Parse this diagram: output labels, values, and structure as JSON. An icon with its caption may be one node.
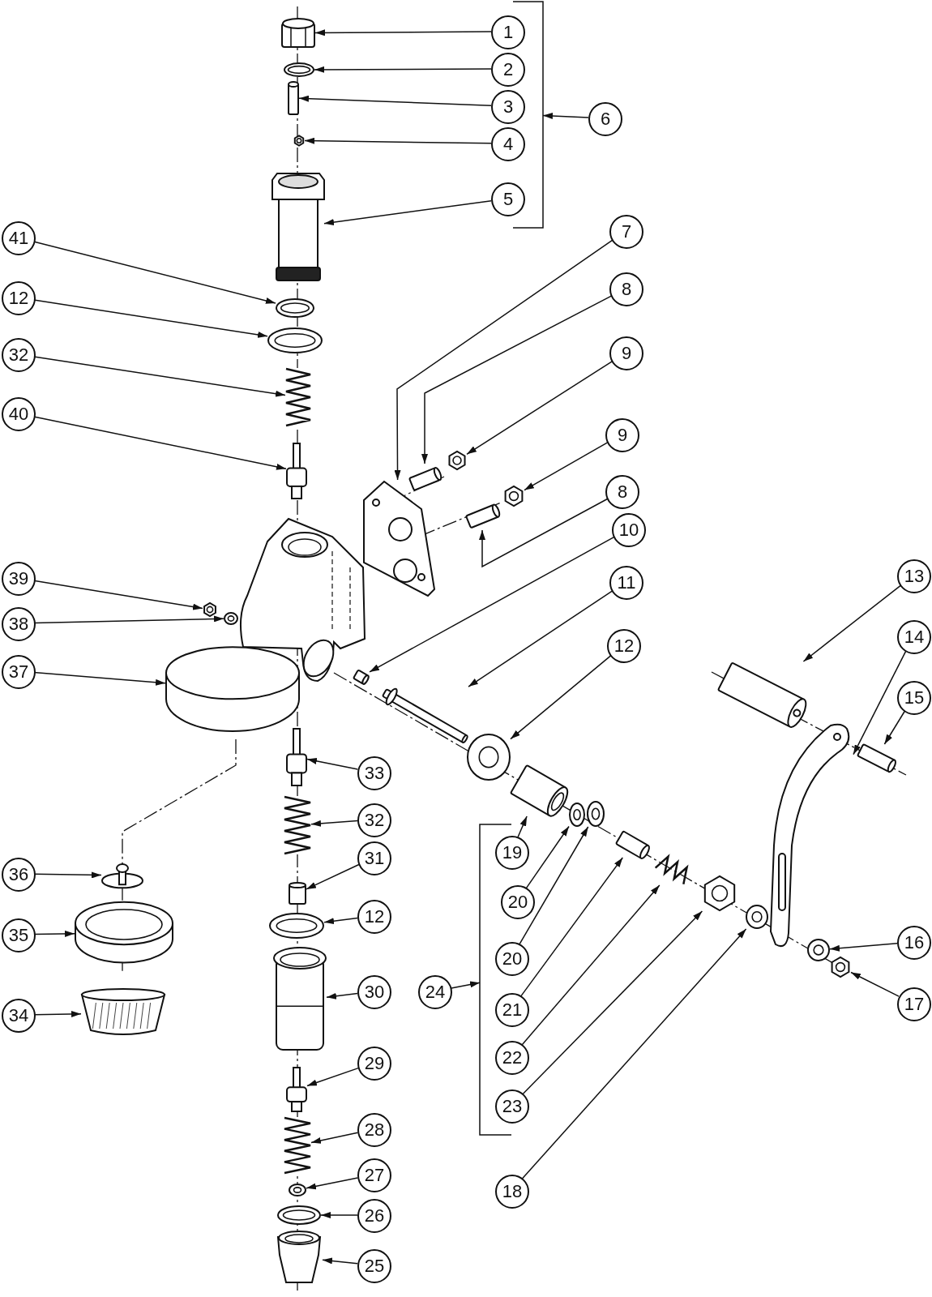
{
  "diagram": {
    "nodes": [
      {
        "text": [
          "1"
        ]
      },
      {
        "text": [
          "2"
        ]
      },
      {
        "text": [
          "3"
        ]
      },
      {
        "text": [
          "4"
        ]
      },
      {
        "text": [
          "5"
        ]
      },
      {
        "text": [
          "6"
        ]
      },
      {
        "text": [
          "41"
        ]
      },
      {
        "text": [
          "12"
        ]
      },
      {
        "text": [
          "32"
        ]
      },
      {
        "text": [
          "40"
        ]
      },
      {
        "text": [
          "7"
        ]
      },
      {
        "text": [
          "8"
        ]
      },
      {
        "text": [
          "9"
        ]
      },
      {
        "text": [
          "9"
        ]
      },
      {
        "text": [
          "8"
        ]
      },
      {
        "text": [
          "10"
        ]
      },
      {
        "text": [
          "39"
        ]
      },
      {
        "text": [
          "11"
        ]
      },
      {
        "text": [
          "13"
        ]
      },
      {
        "text": [
          "38"
        ]
      },
      {
        "text": [
          "12"
        ]
      },
      {
        "text": [
          "14"
        ]
      },
      {
        "text": [
          "37"
        ]
      },
      {
        "text": [
          "15"
        ]
      },
      {
        "text": [
          "33"
        ]
      },
      {
        "text": [
          "32"
        ]
      },
      {
        "text": [
          "19"
        ]
      },
      {
        "text": [
          "31"
        ]
      },
      {
        "text": [
          "36"
        ]
      },
      {
        "text": [
          "20"
        ]
      },
      {
        "text": [
          "12"
        ]
      },
      {
        "text": [
          "35"
        ]
      },
      {
        "text": [
          "16"
        ]
      },
      {
        "text": [
          "20"
        ]
      },
      {
        "text": [
          "24"
        ]
      },
      {
        "text": [
          "30"
        ]
      },
      {
        "text": [
          "17"
        ]
      },
      {
        "text": [
          "21"
        ]
      },
      {
        "text": [
          "34"
        ]
      },
      {
        "text": [
          "22"
        ]
      },
      {
        "text": [
          "29"
        ]
      },
      {
        "text": [
          "23"
        ]
      },
      {
        "text": [
          "28"
        ]
      },
      {
        "text": [
          "27"
        ]
      },
      {
        "text": [
          "18"
        ]
      },
      {
        "text": [
          "26"
        ]
      },
      {
        "text": [
          "25"
        ]
      },
      {
        "text": [],
        "shape": "cap"
      },
      {
        "text": [],
        "shape": "ring"
      },
      {
        "text": [],
        "shape": "pin"
      },
      {
        "text": [],
        "shape": "nut"
      },
      {
        "text": [],
        "shape": "cylinder"
      },
      {
        "text": [],
        "shape": "ring"
      },
      {
        "text": [],
        "shape": "ring"
      },
      {
        "text": [],
        "shape": "spring"
      },
      {
        "text": [],
        "shape": "valve"
      },
      {
        "text": [],
        "shape": "plate"
      },
      {
        "text": [],
        "shape": "pin"
      },
      {
        "text": [],
        "shape": "nut"
      },
      {
        "text": [],
        "shape": "nut"
      },
      {
        "text": [],
        "shape": "pin"
      },
      {
        "text": [],
        "shape": "pin"
      },
      {
        "text": [],
        "shape": "nut"
      },
      {
        "text": [],
        "shape": "shaft"
      },
      {
        "text": [],
        "shape": "cylinder"
      },
      {
        "text": [],
        "shape": "washer"
      },
      {
        "text": [],
        "shape": "washer"
      },
      {
        "text": [],
        "shape": "lever"
      },
      {
        "text": [],
        "shape": "disc"
      },
      {
        "text": [],
        "shape": "pin"
      },
      {
        "text": [],
        "shape": "valve"
      },
      {
        "text": [],
        "shape": "spring"
      },
      {
        "text": [],
        "shape": "cylinder"
      },
      {
        "text": [],
        "shape": "pin"
      },
      {
        "text": [],
        "shape": "screw"
      },
      {
        "text": [],
        "shape": "washer"
      },
      {
        "text": [],
        "shape": "ring"
      },
      {
        "text": [],
        "shape": "ring"
      },
      {
        "text": [],
        "shape": "washer"
      },
      {
        "text": [],
        "shape": "washer"
      },
      {
        "text": [],
        "shape": "cylinder"
      },
      {
        "text": [],
        "shape": "nut"
      },
      {
        "text": [],
        "shape": "pin"
      },
      {
        "text": [],
        "shape": "basket"
      },
      {
        "text": [],
        "shape": "spring"
      },
      {
        "text": [],
        "shape": "valve"
      },
      {
        "text": [],
        "shape": "nut"
      },
      {
        "text": [],
        "shape": "spring"
      },
      {
        "text": [],
        "shape": "washer"
      },
      {
        "text": [],
        "shape": "washer"
      },
      {
        "text": [],
        "shape": "ring"
      },
      {
        "text": [],
        "shape": "nozzle"
      },
      {
        "text": [],
        "shape": "bracket"
      },
      {
        "text": [],
        "shape": "bracket"
      }
    ],
    "edges": [
      {
        "from": 0,
        "to": 47,
        "arrow": "to"
      },
      {
        "from": 1,
        "to": 48,
        "arrow": "to"
      },
      {
        "from": 2,
        "to": 49,
        "arrow": "to"
      },
      {
        "from": 3,
        "to": 50,
        "arrow": "to"
      },
      {
        "from": 4,
        "to": 51,
        "arrow": "to"
      },
      {
        "from": 5,
        "to": 92,
        "arrow": "to"
      },
      {
        "from": 6,
        "to": 52,
        "arrow": "to"
      },
      {
        "from": 7,
        "to": 53,
        "arrow": "to"
      },
      {
        "from": 8,
        "to": 54,
        "arrow": "to"
      },
      {
        "from": 9,
        "to": 55,
        "arrow": "to"
      },
      {
        "from": 10,
        "to": 56,
        "arrow": "to"
      },
      {
        "from": 11,
        "to": 57,
        "arrow": "to"
      },
      {
        "from": 12,
        "to": 58,
        "arrow": "to"
      },
      {
        "from": 13,
        "to": 59,
        "arrow": "to"
      },
      {
        "from": 14,
        "to": 60,
        "arrow": "to"
      },
      {
        "from": 15,
        "to": 61,
        "arrow": "to"
      },
      {
        "from": 16,
        "to": 62,
        "arrow": "to"
      },
      {
        "from": 17,
        "to": 63,
        "arrow": "to"
      },
      {
        "from": 18,
        "to": 64,
        "arrow": "to"
      },
      {
        "from": 19,
        "to": 65,
        "arrow": "to"
      },
      {
        "from": 20,
        "to": 66,
        "arrow": "to"
      },
      {
        "from": 21,
        "to": 67,
        "arrow": "to"
      },
      {
        "from": 22,
        "to": 68,
        "arrow": "to"
      },
      {
        "from": 23,
        "to": 69,
        "arrow": "to"
      },
      {
        "from": 24,
        "to": 70,
        "arrow": "to"
      },
      {
        "from": 25,
        "to": 71,
        "arrow": "to"
      },
      {
        "from": 26,
        "to": 72,
        "arrow": "to"
      },
      {
        "from": 27,
        "to": 73,
        "arrow": "to"
      },
      {
        "from": 28,
        "to": 74,
        "arrow": "to"
      },
      {
        "from": 29,
        "to": 75,
        "arrow": "to"
      },
      {
        "from": 30,
        "to": 76,
        "arrow": "to"
      },
      {
        "from": 31,
        "to": 77,
        "arrow": "to"
      },
      {
        "from": 32,
        "to": 78,
        "arrow": "to"
      },
      {
        "from": 33,
        "to": 79,
        "arrow": "to"
      },
      {
        "from": 34,
        "to": 93,
        "arrow": "to"
      },
      {
        "from": 35,
        "to": 80,
        "arrow": "to"
      },
      {
        "from": 36,
        "to": 81,
        "arrow": "to"
      },
      {
        "from": 37,
        "to": 82,
        "arrow": "to"
      },
      {
        "from": 38,
        "to": 83,
        "arrow": "to"
      },
      {
        "from": 39,
        "to": 84,
        "arrow": "to"
      },
      {
        "from": 40,
        "to": 85,
        "arrow": "to"
      },
      {
        "from": 41,
        "to": 86,
        "arrow": "to"
      },
      {
        "from": 42,
        "to": 87,
        "arrow": "to"
      },
      {
        "from": 43,
        "to": 88,
        "arrow": "to"
      },
      {
        "from": 44,
        "to": 89,
        "arrow": "to"
      },
      {
        "from": 45,
        "to": 90,
        "arrow": "to"
      },
      {
        "from": 46,
        "to": 91,
        "arrow": "to"
      }
    ]
  }
}
